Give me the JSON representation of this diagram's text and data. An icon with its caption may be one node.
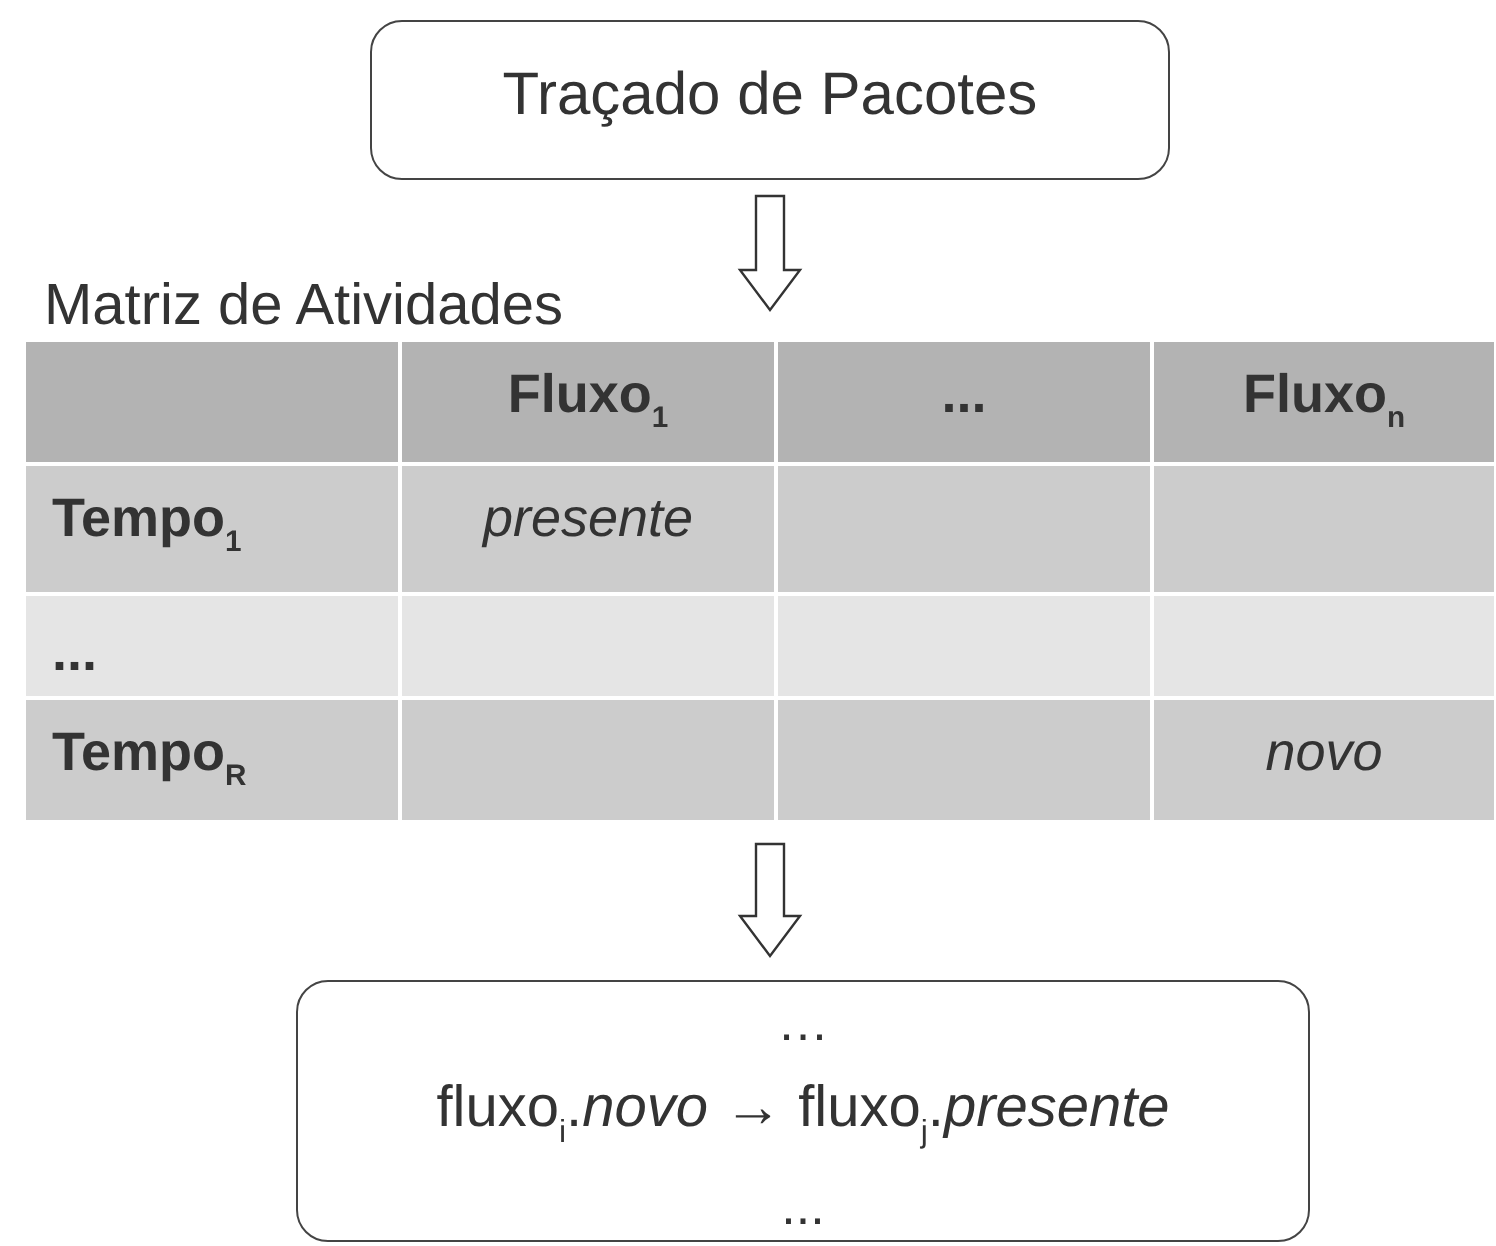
{
  "diagram": {
    "nodes": [
      {
        "text": [
          "Traçado de Pacotes"
        ]
      },
      {
        "text": [
          "Matriz de Atividades"
        ]
      },
      {
        "text": [
          "…",
          "fluxo$_{i}$.*novo* → fluxo$_{j}$.*presente*",
          "..."
        ]
      }
    ],
    "edges": [
      {
        "from": 0,
        "to": 1,
        "arrow": "to"
      },
      {
        "from": 1,
        "to": 2,
        "arrow": "to"
      }
    ],
    "labels": [
      "Fluxo$_{1}$",
      "...",
      "Fluxo$_{n}$",
      "Tempo$_{1}$",
      "presente",
      "...",
      "Tempo$_{R}$",
      "novo"
    ]
  }
}
